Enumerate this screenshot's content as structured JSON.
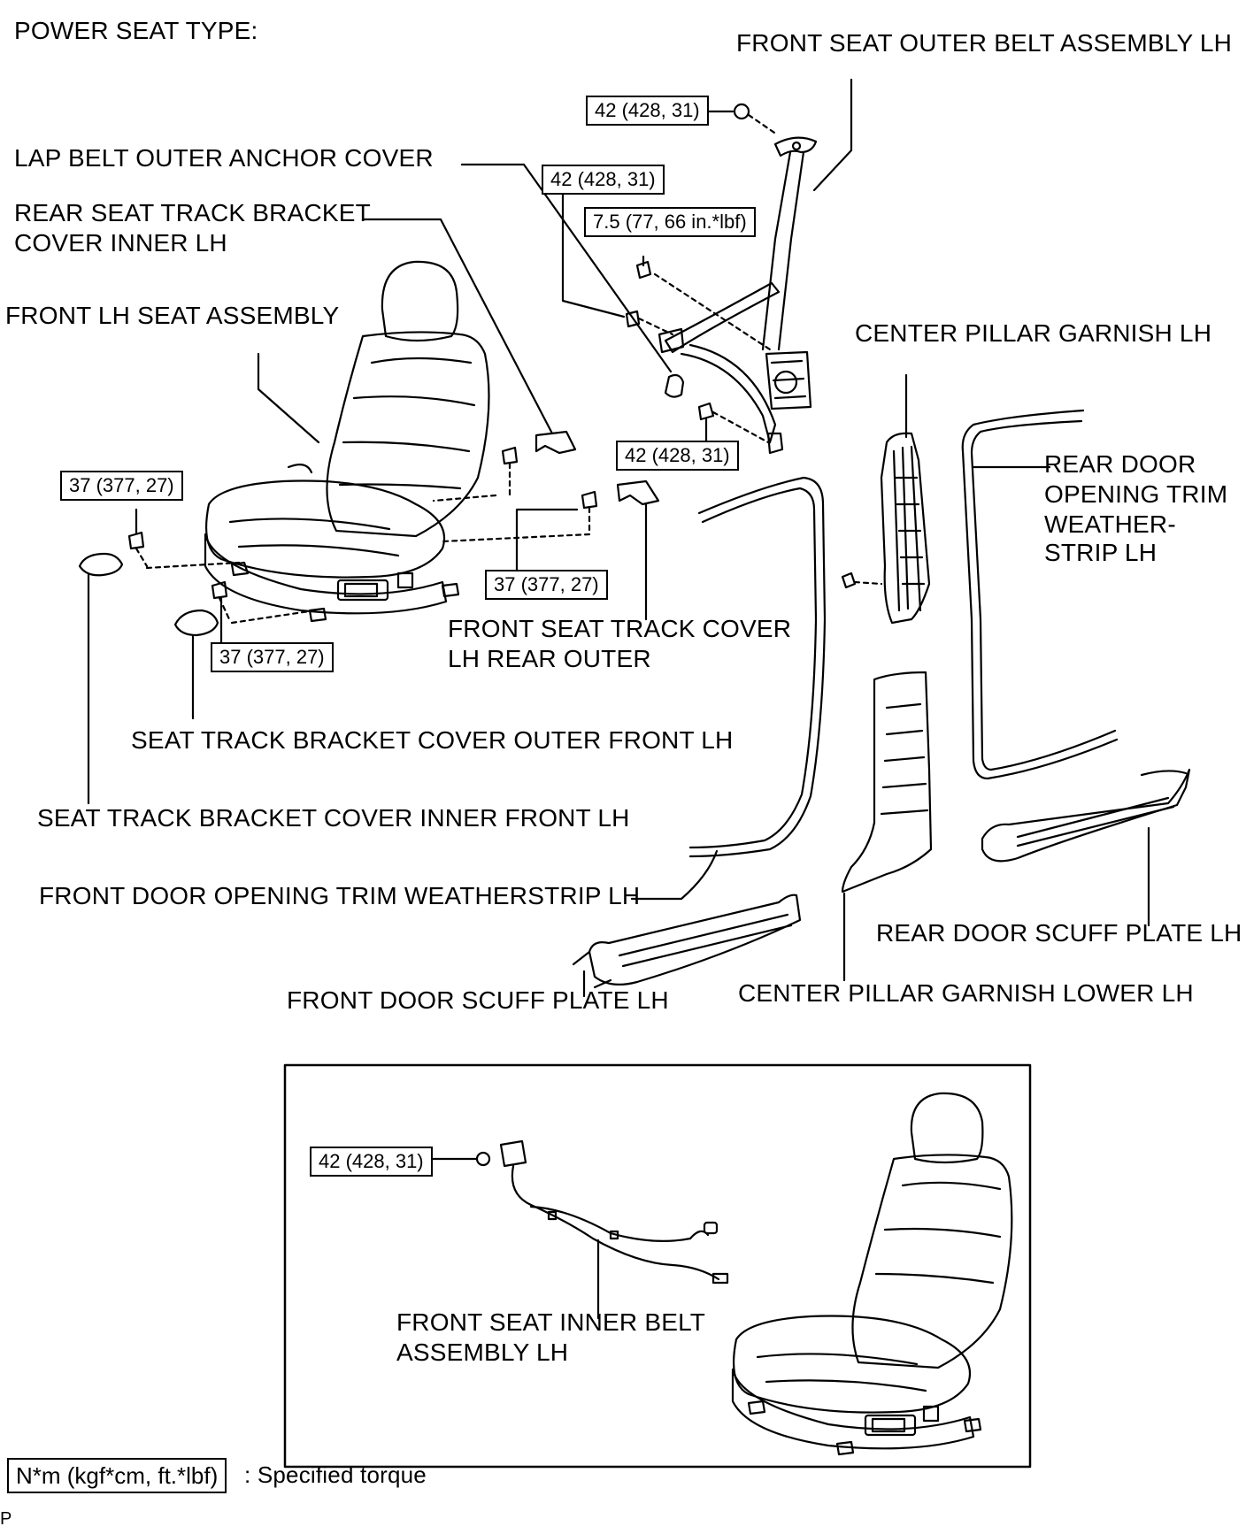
{
  "title": "POWER SEAT TYPE:",
  "labels": {
    "outer_belt": "FRONT SEAT OUTER BELT ASSEMBLY LH",
    "lap_cover": "LAP BELT OUTER ANCHOR COVER",
    "rear_bracket_1": "REAR SEAT TRACK BRACKET",
    "rear_bracket_2": "COVER INNER LH",
    "seat_assy": "FRONT LH SEAT ASSEMBLY",
    "center_pillar": "CENTER PILLAR GARNISH LH",
    "rear_weather_1": "REAR DOOR",
    "rear_weather_2": "OPENING TRIM",
    "rear_weather_3": "WEATHER-",
    "rear_weather_4": "STRIP LH",
    "track_cover_1": "FRONT SEAT TRACK COVER",
    "track_cover_2": "LH REAR OUTER",
    "outer_front": "SEAT TRACK BRACKET COVER OUTER FRONT LH",
    "inner_front": "SEAT TRACK BRACKET COVER INNER FRONT LH",
    "front_weather": "FRONT DOOR OPENING TRIM WEATHERSTRIP LH",
    "rear_scuff": "REAR DOOR SCUFF PLATE LH",
    "center_lower": "CENTER PILLAR GARNISH LOWER LH",
    "front_scuff": "FRONT DOOR SCUFF PLATE LH",
    "inner_belt_1": "FRONT SEAT INNER BELT",
    "inner_belt_2": "ASSEMBLY LH"
  },
  "torques": {
    "t42_a": "42 (428, 31)",
    "t42_b": "42 (428, 31)",
    "t75": "7.5 (77, 66 in.*lbf)",
    "t42_c": "42 (428, 31)",
    "t37_a": "37 (377, 27)",
    "t37_b": "37 (377, 27)",
    "t37_c": "37 (377, 27)",
    "t42_inset": "42 (428, 31)"
  },
  "legend": {
    "unit": "N*m (kgf*cm, ft.*lbf)",
    "text": ": Specified torque"
  },
  "corner_mark": "P"
}
